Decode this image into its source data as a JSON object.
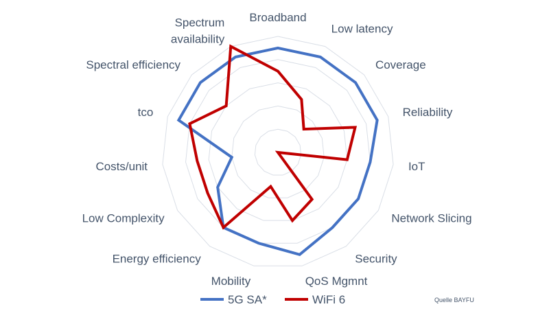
{
  "chart_data": {
    "type": "radar",
    "title": "",
    "axes": [
      "Broadband",
      "Low latency",
      "Coverage",
      "Reliability",
      "IoT",
      "Network Slicing",
      "Security",
      "QoS Mgmnt",
      "Mobility",
      "Energy efficiency",
      "Low Complexity",
      "Costs/unit",
      "tco",
      "Spectral efficiency",
      "Spectrum\navailability"
    ],
    "range": [
      0,
      5
    ],
    "grid_levels": 5,
    "series": [
      {
        "name": "5G SA*",
        "color": "#4472C4",
        "values": [
          4.5,
          4.5,
          4.5,
          4.5,
          4.0,
          4.0,
          4.0,
          4.5,
          4.0,
          4.0,
          3.0,
          2.0,
          4.5,
          4.5,
          4.5
        ]
      },
      {
        "name": "WiFi 6",
        "color": "#C00000",
        "values": [
          3.5,
          2.5,
          1.5,
          3.5,
          3.0,
          0,
          2.5,
          3.0,
          1.5,
          4.0,
          3.5,
          3.5,
          4.0,
          3.0,
          5.0
        ]
      }
    ],
    "legend_position": "bottom",
    "source_note": "Quelle BAYFU"
  }
}
